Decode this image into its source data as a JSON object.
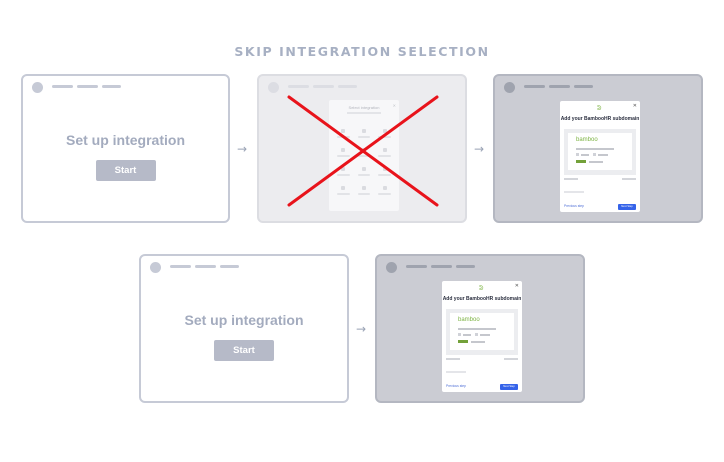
{
  "title": "SKIP INTEGRATION SELECTION",
  "setup": {
    "heading": "Set up integration",
    "start_label": "Start"
  },
  "select_modal": {
    "title": "Select integration",
    "close_icon": "close-icon",
    "skipped_mark": "red-x-cross"
  },
  "bamboo_modal": {
    "title": "Add your BambooHR subdomain",
    "brand": "bamboo",
    "previous_label": "Previous step",
    "next_label": "Next Step",
    "logo_icon": "bamboo-leaf-icon"
  },
  "arrow_icon": "arrow-right-icon",
  "colors": {
    "accent_blue": "#3563e9",
    "bamboo_green": "#7cb342",
    "cross_red": "#e8131b",
    "outline_gray": "#c6cad6"
  }
}
